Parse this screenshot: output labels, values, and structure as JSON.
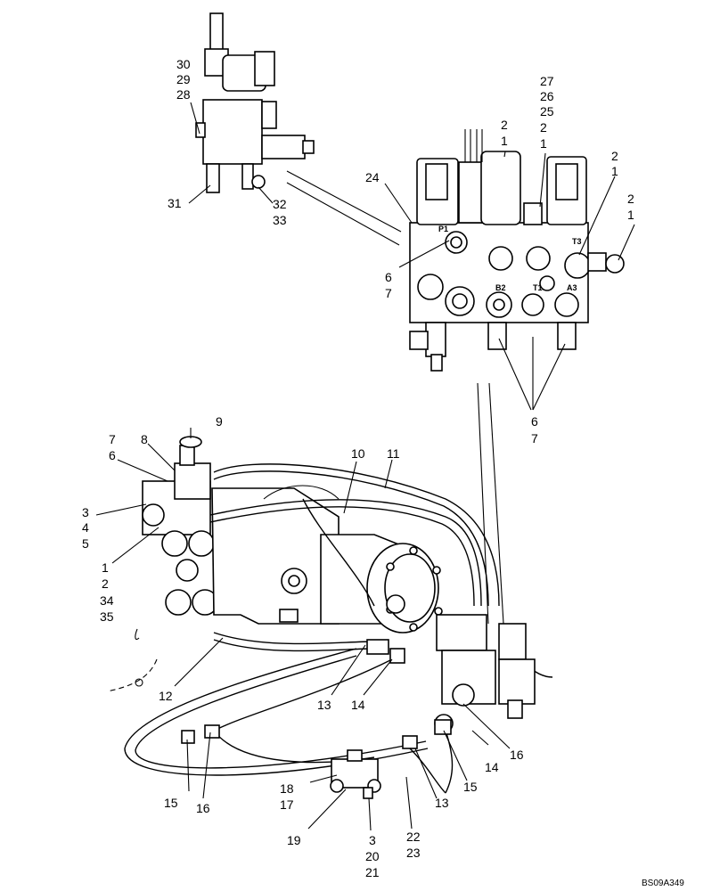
{
  "drawing_code": "BS09A349",
  "callouts": {
    "top_left_valve": [
      "30",
      "29",
      "28",
      "31",
      "32",
      "33"
    ],
    "manifold_top": [
      "27",
      "26",
      "25",
      "2",
      "1"
    ],
    "manifold_left": [
      "2",
      "1",
      "24"
    ],
    "manifold_right_a": [
      "2",
      "1"
    ],
    "manifold_right_b": [
      "2",
      "1"
    ],
    "manifold_port": [
      "6",
      "7"
    ],
    "manifold_bottom": [
      "6",
      "7"
    ],
    "pump_left": [
      "7",
      "6",
      "3",
      "4",
      "5",
      "1",
      "2",
      "34",
      "35"
    ],
    "pump_top": [
      "8",
      "9",
      "10",
      "11"
    ],
    "hoses": [
      "12",
      "13",
      "14",
      "14",
      "16",
      "15",
      "13",
      "15",
      "16"
    ],
    "bottom_valve": [
      "18",
      "17",
      "19",
      "3",
      "20",
      "21",
      "22",
      "23"
    ]
  },
  "port_labels": [
    "P1",
    "T3",
    "B2",
    "T1",
    "A3"
  ]
}
